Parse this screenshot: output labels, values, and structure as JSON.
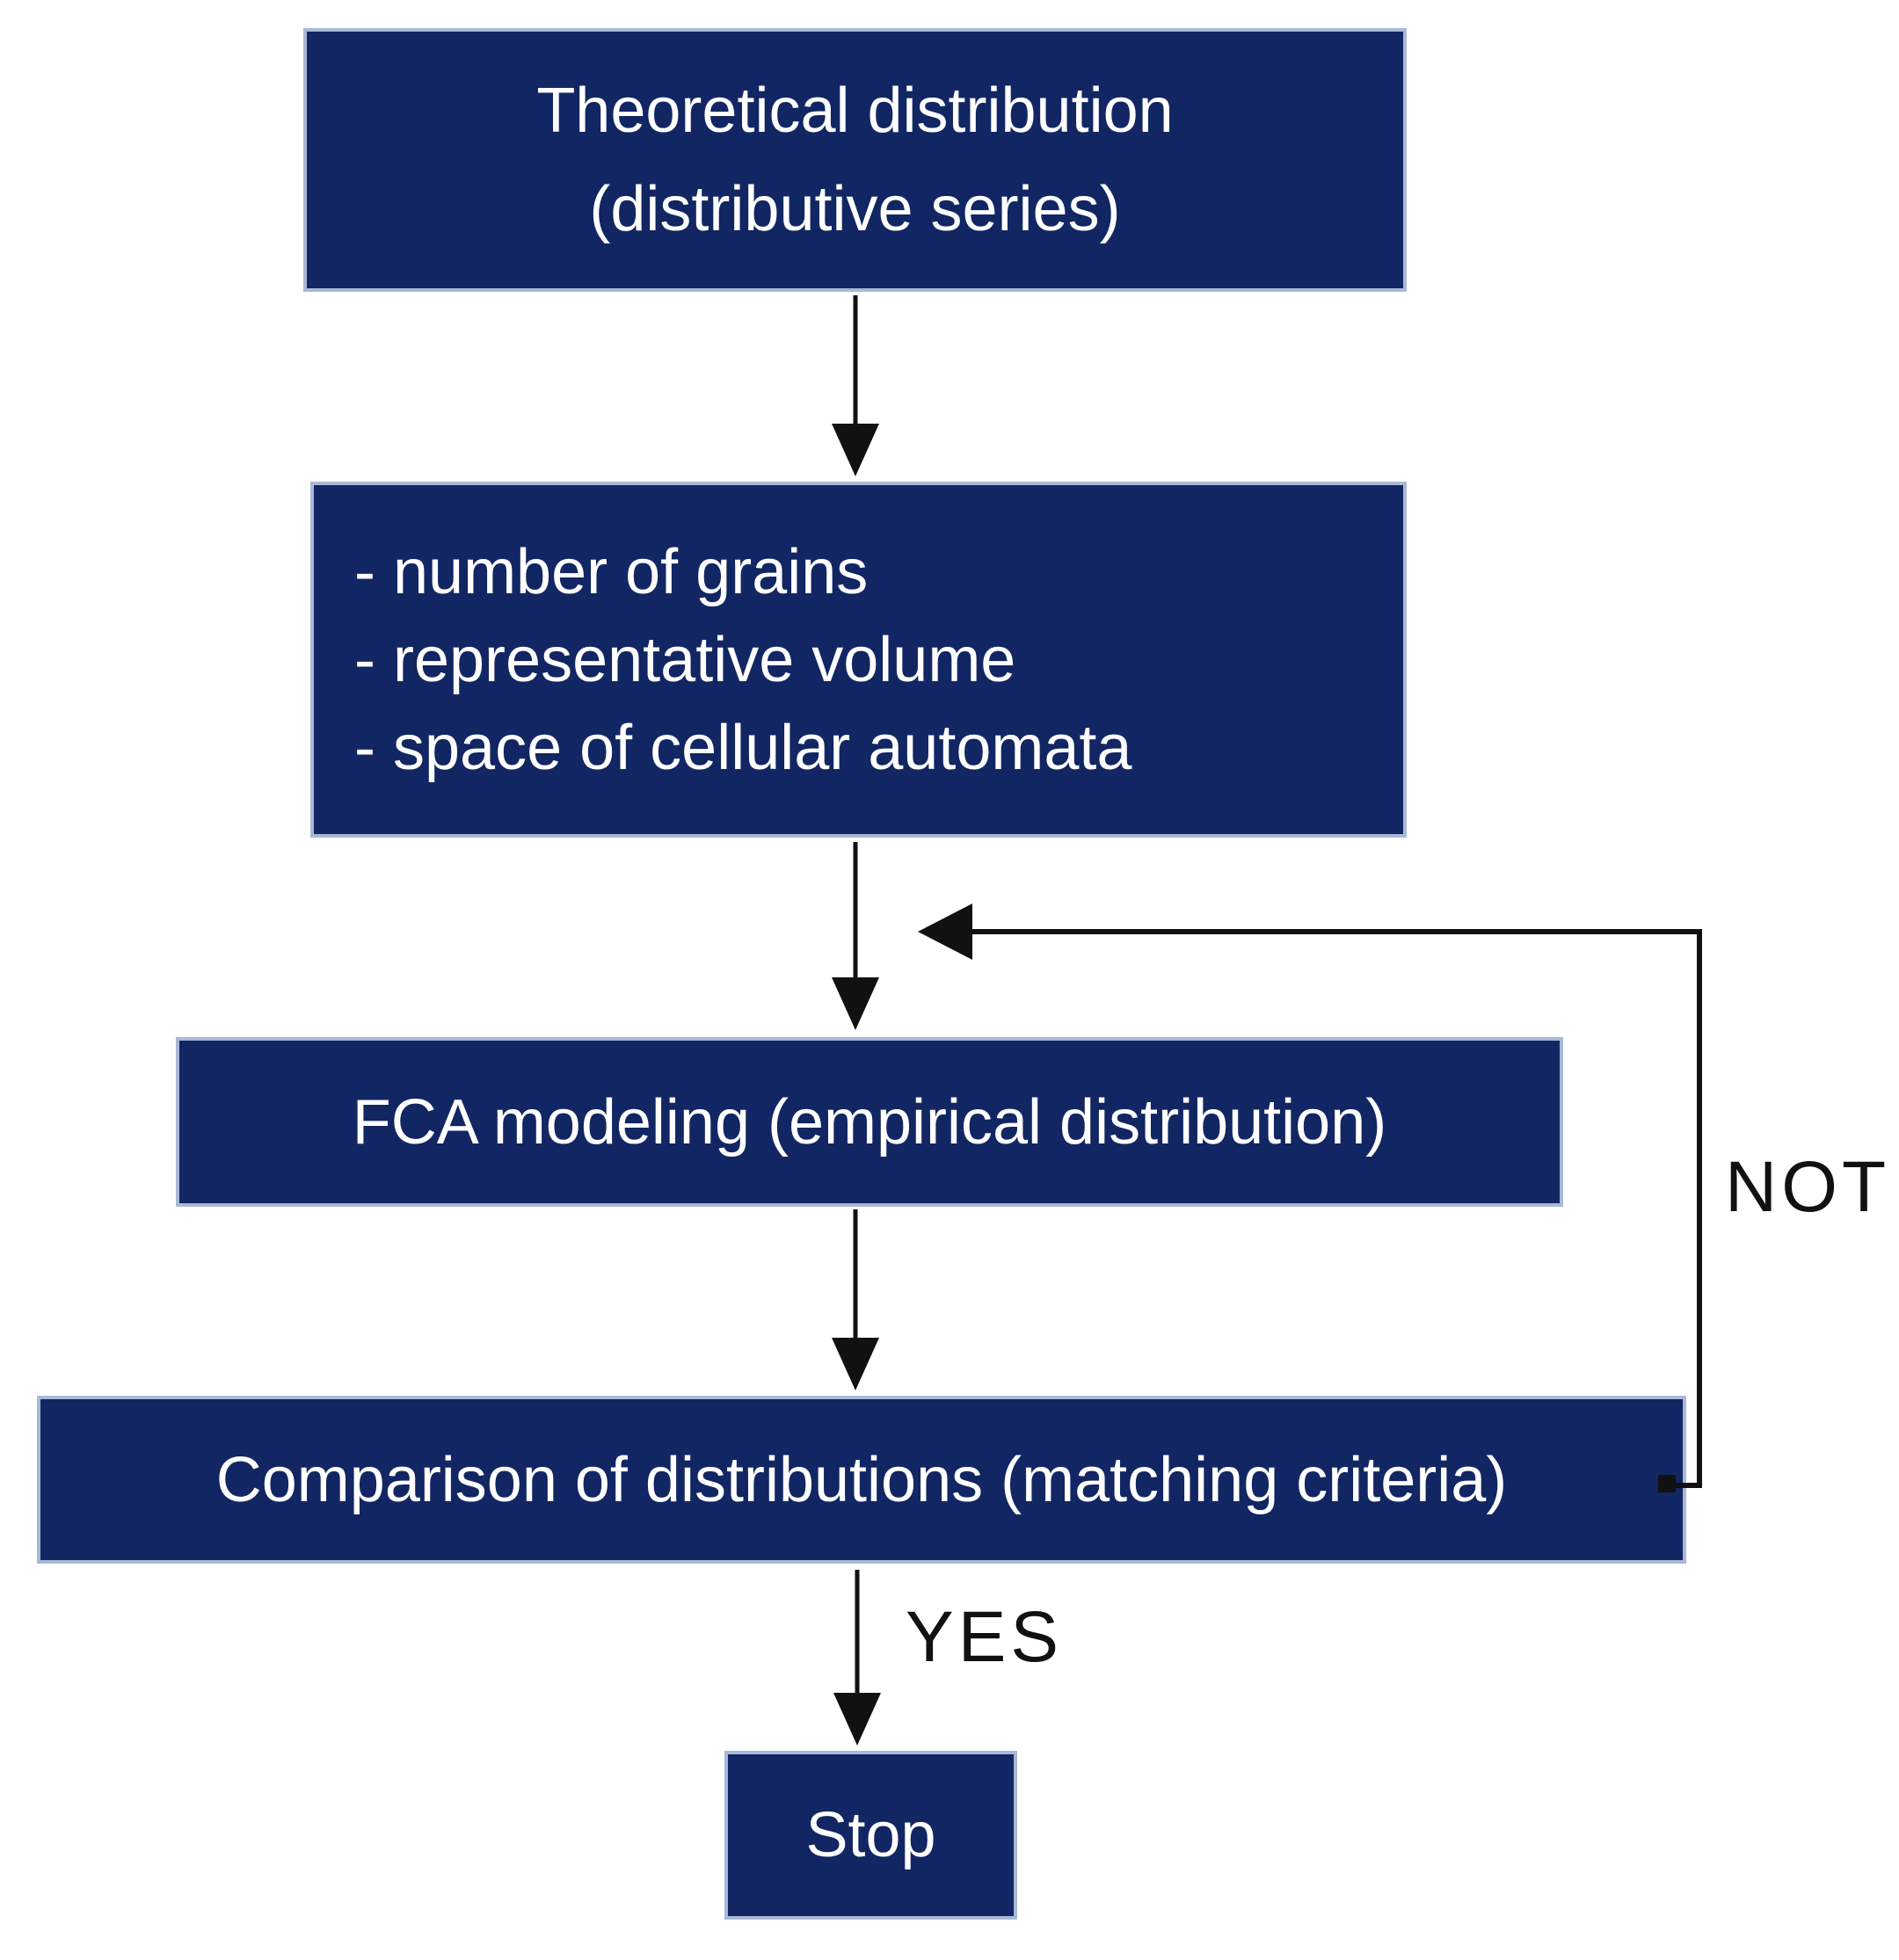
{
  "diagram": {
    "boxes": {
      "theoretical": {
        "line1": "Theoretical distribution",
        "line2": "(distributive series)"
      },
      "parameters": {
        "item1": "- number of grains",
        "item2": "- representative volume",
        "item3": "- space of cellular automata"
      },
      "fca": {
        "label": "FCA modeling (empirical distribution)"
      },
      "comparison": {
        "label": "Comparison of distributions (matching criteria)"
      },
      "stop": {
        "label": "Stop"
      }
    },
    "labels": {
      "yes": "YES",
      "not": "NOT"
    },
    "colors": {
      "box_fill": "#122663",
      "box_border": "#a9b8d6",
      "text_color": "#ffffff",
      "arrow_color": "#111111",
      "background": "#ffffff"
    }
  }
}
